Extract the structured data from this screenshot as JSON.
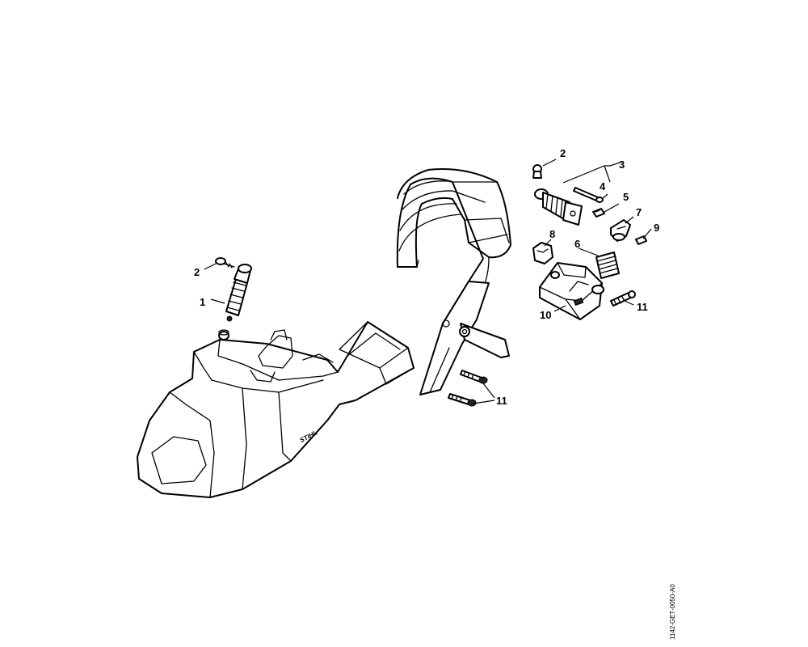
{
  "callouts": [
    {
      "label": "1"
    },
    {
      "label": "2"
    },
    {
      "label": "2"
    },
    {
      "label": "3"
    },
    {
      "label": "4"
    },
    {
      "label": "5"
    },
    {
      "label": "6"
    },
    {
      "label": "7"
    },
    {
      "label": "8"
    },
    {
      "label": "9"
    },
    {
      "label": "10"
    },
    {
      "label": "11"
    },
    {
      "label": "11"
    }
  ],
  "reference_code": "1142-GET-0050-A0",
  "logo_text": "STIHL"
}
